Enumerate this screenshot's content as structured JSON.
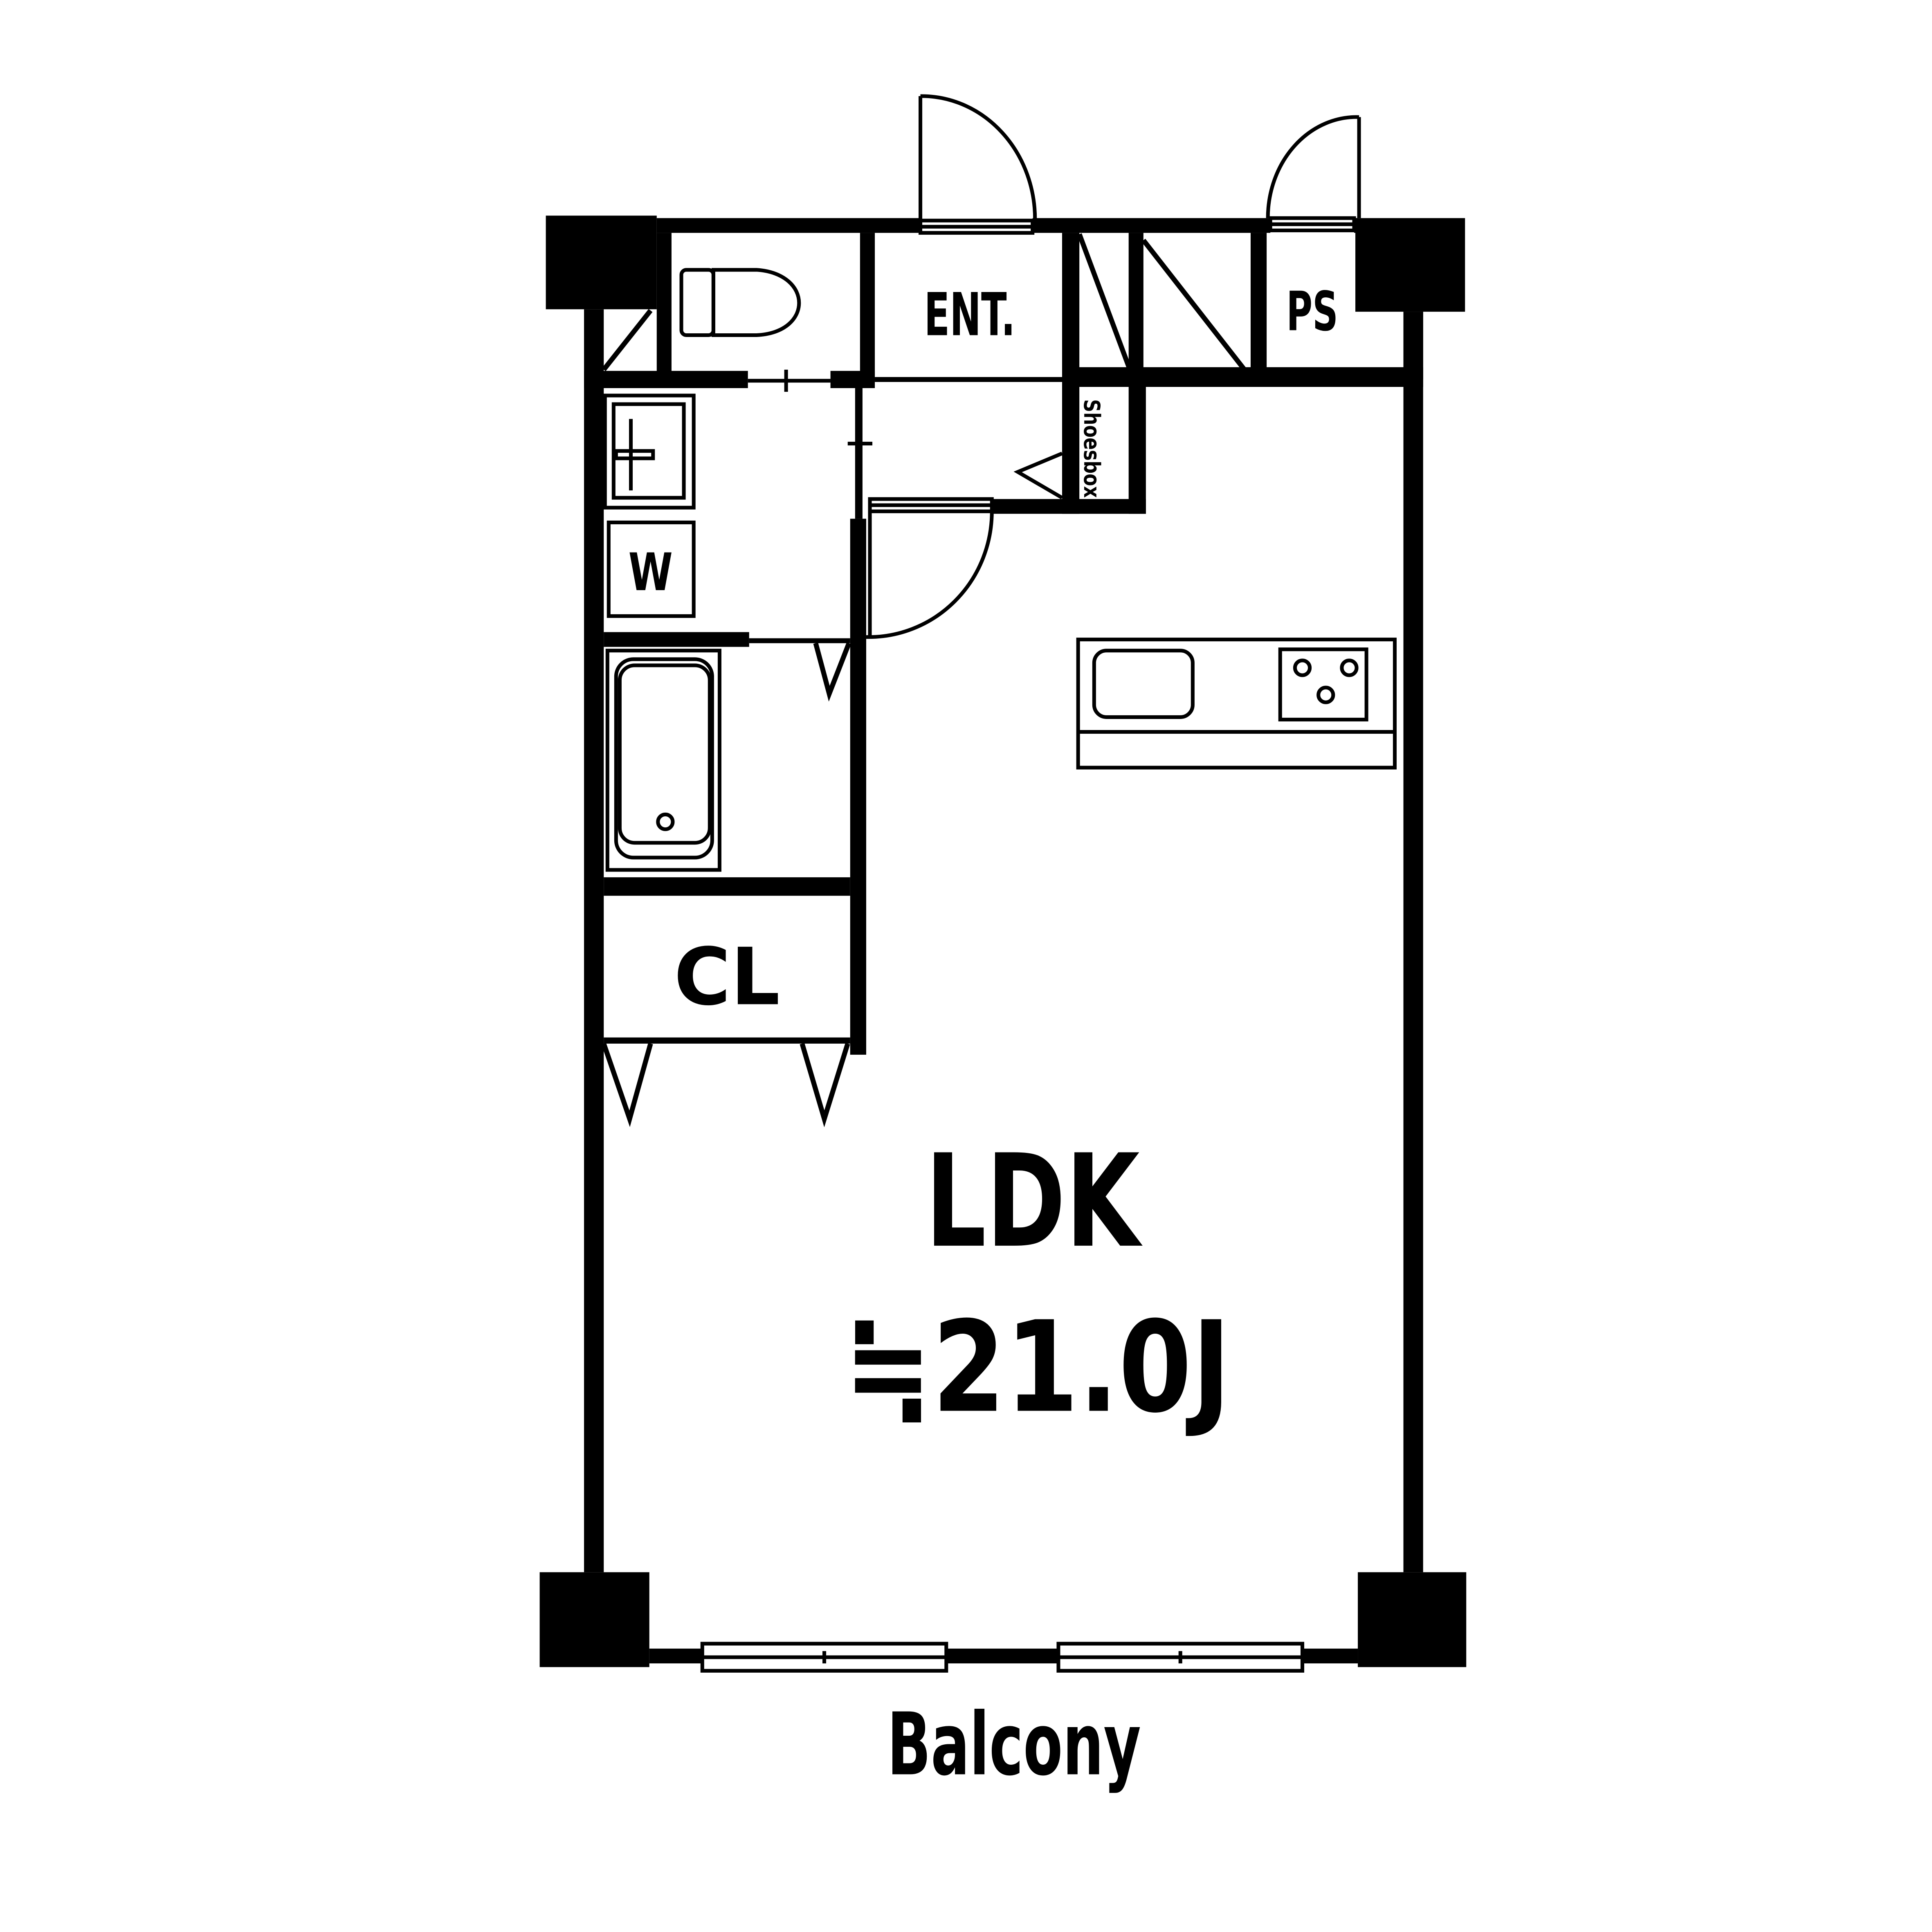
{
  "floorplan": {
    "rooms": {
      "entrance": "ENT.",
      "pipe_space": "PS",
      "shoes_box": "Shoesbox",
      "washer": "W",
      "closet": "CL",
      "living_room": "LDK",
      "living_room_size": "≒21.0J"
    },
    "balcony": "Balcony"
  },
  "colors": {
    "wall": "#000000",
    "background": "#ffffff"
  }
}
